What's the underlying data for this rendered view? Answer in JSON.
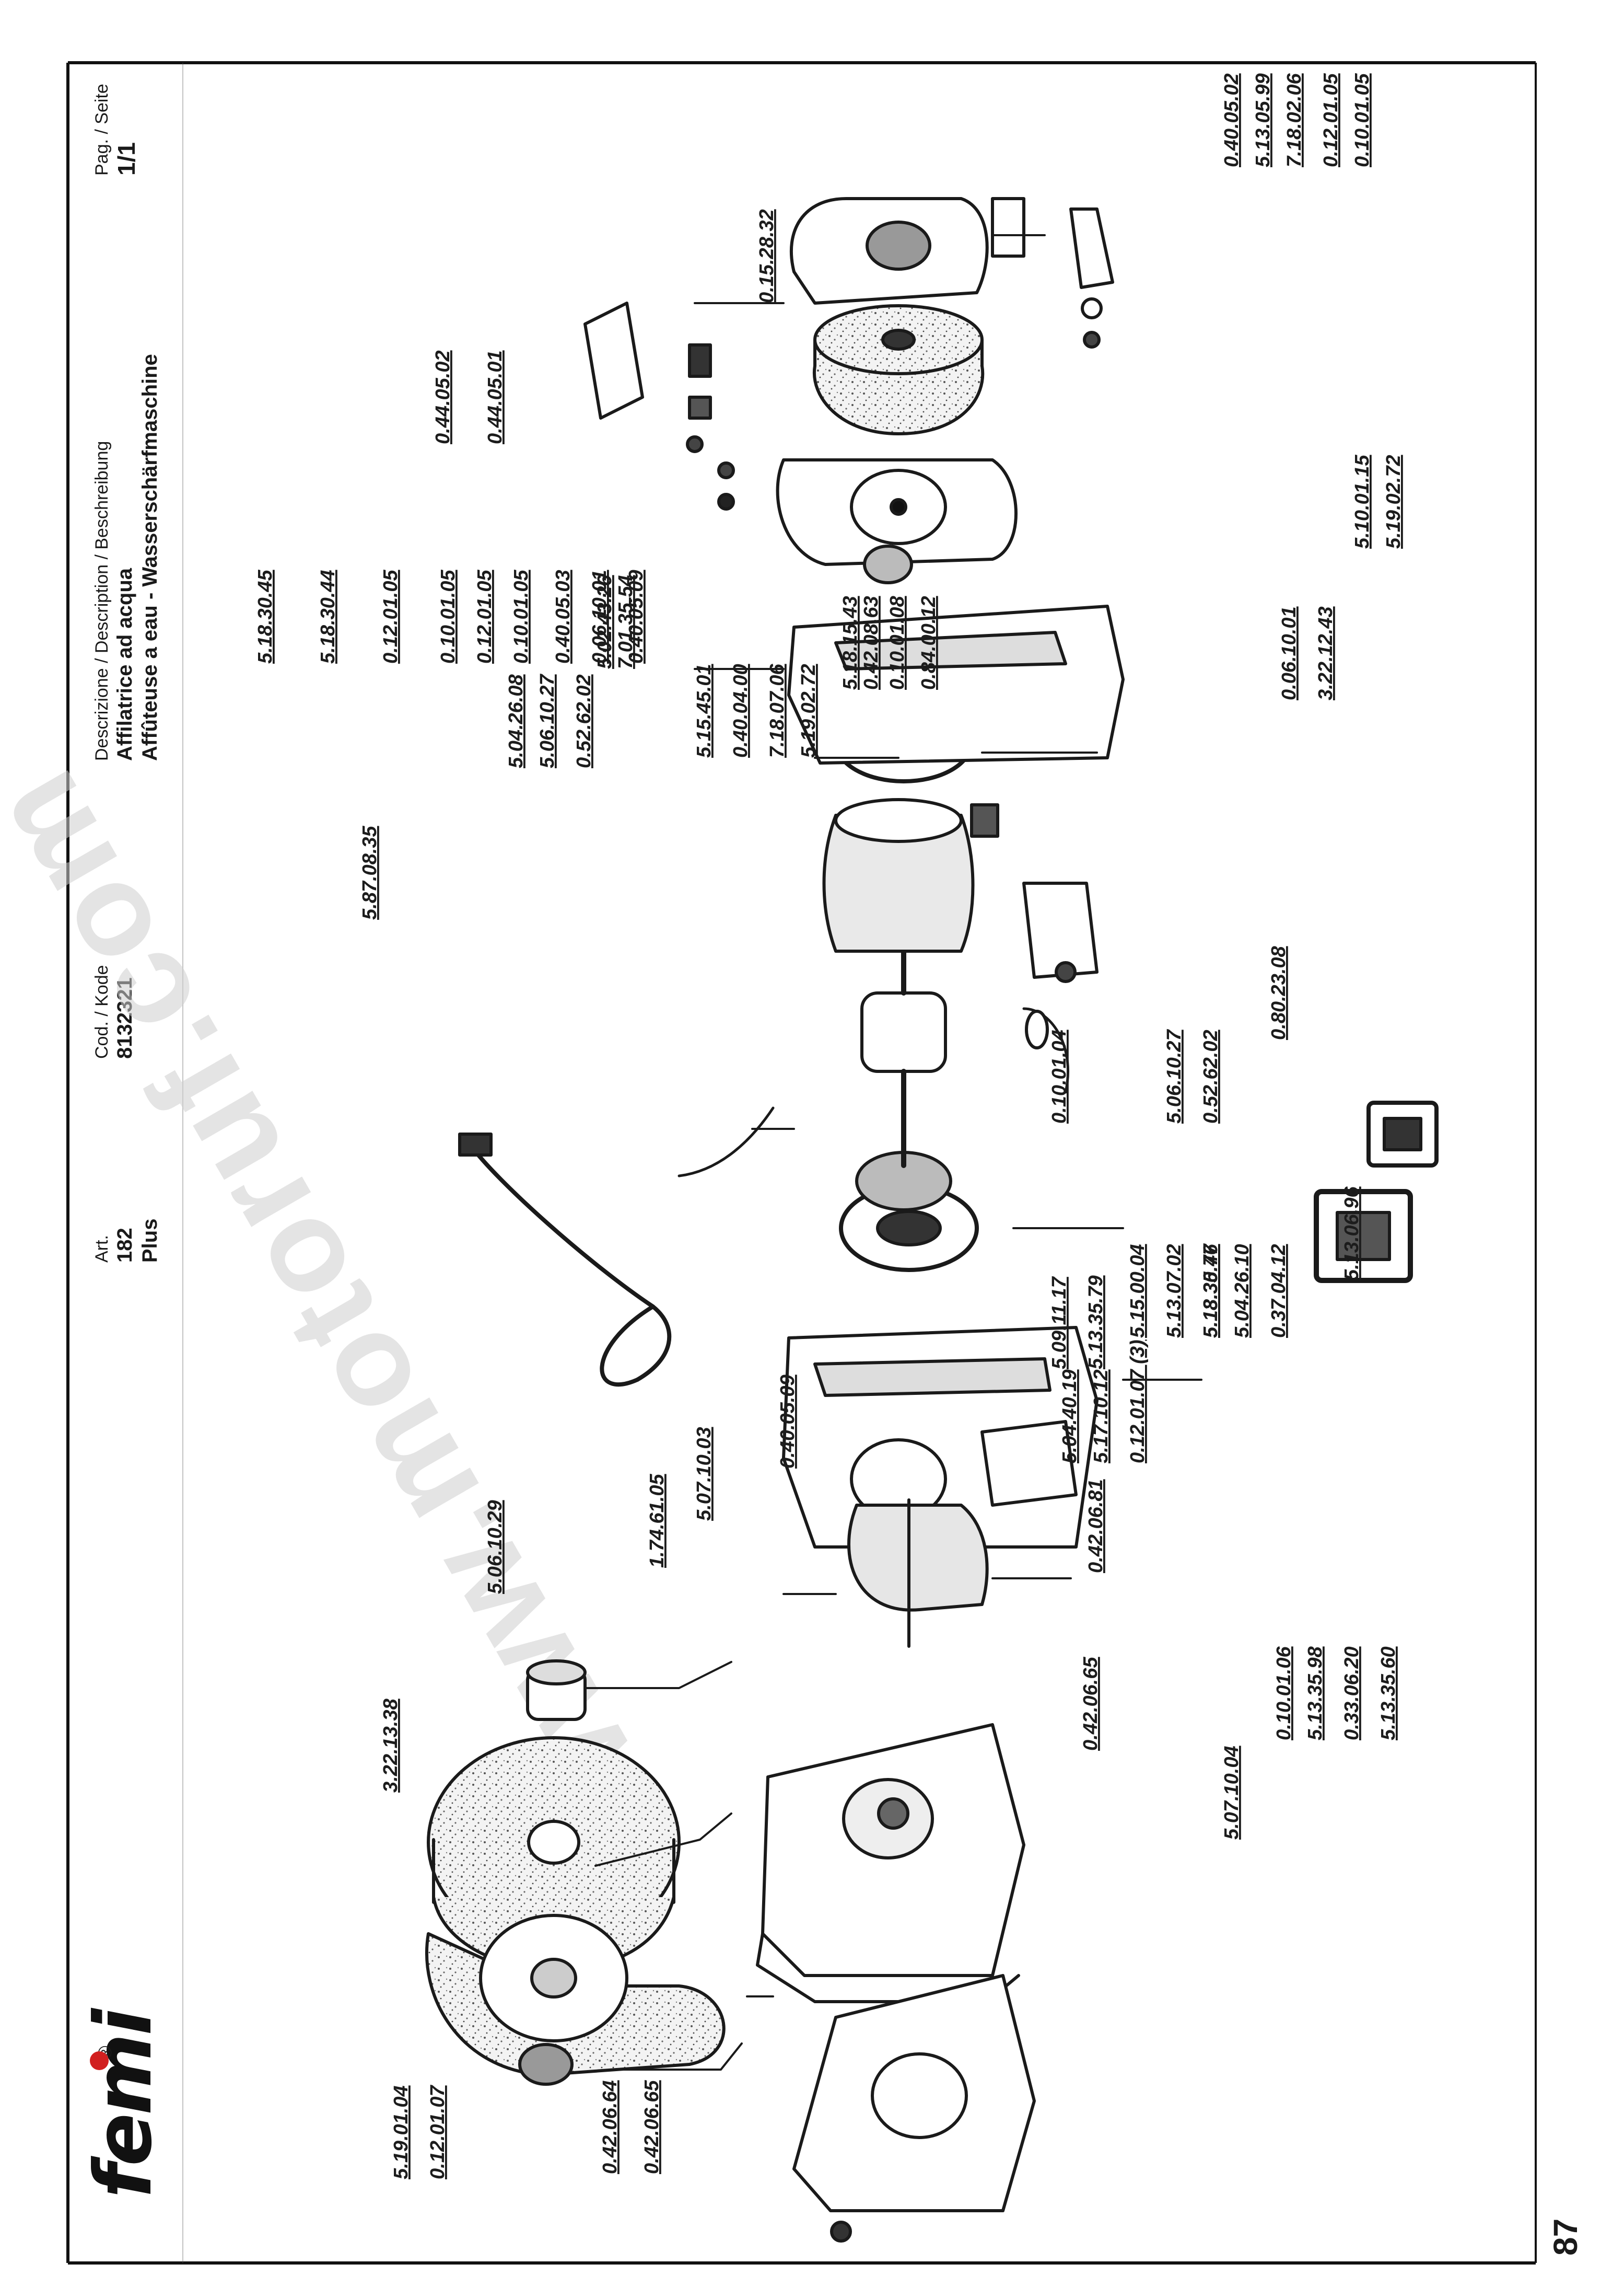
{
  "header": {
    "art_label": "Art.",
    "art_value_line1": "182",
    "art_value_line2": "Plus",
    "code_label": "Cod. / Kode",
    "code_value": "8132321",
    "desc_label": "Descrizione / Description / Beschreibung",
    "desc_line1": "Affilatrice ad acqua",
    "desc_line2": "Affûteuse a eau - Wasserschärfmaschine",
    "page_label": "Pag. / Seite",
    "page_value": "1/1"
  },
  "brand": {
    "name": "femi",
    "registered": "®",
    "accent_color": "#d11f1f"
  },
  "page_number": "87",
  "watermark": "www.motoruf.com",
  "part_numbers": {
    "wheel_side": [
      "5.19.01.04",
      "0.12.01.07",
      "3.22.13.38",
      "5.06.10.29"
    ],
    "base_left": [
      "0.42.06.64",
      "0.42.06.65",
      "1.74.61.05",
      "5.07.10.03",
      "0.40.05.09"
    ],
    "base_middle": [
      "0.42.06.65",
      "0.42.06.81",
      "5.07.10.04",
      "0.10.01.06",
      "5.13.35.98",
      "0.33.06.20",
      "5.13.35.60"
    ],
    "column": [
      "5.04.40.19",
      "5.17.10.12",
      "0.12.01.07 (3)",
      "5.09.11.17",
      "5.13.35.79",
      "5.15.00.04",
      "5.13.07.02",
      "5.18.30.46"
    ],
    "housing_left": [
      "5.13.35.77",
      "5.04.26.10",
      "0.37.04.12",
      "5.13.06.96"
    ],
    "bearing_group": [
      "0.10.01.04",
      "5.06.10.27",
      "0.52.62.02",
      "0.80.23.08"
    ],
    "cable": [
      "5.87.08.35"
    ],
    "rotor_group": [
      "5.04.26.08",
      "5.06.10.27",
      "0.52.62.02",
      "5.02.43.26",
      "7.01.35.54"
    ],
    "switch_group": [
      "5.15.45.01",
      "0.40.04.00",
      "7.18.07.06",
      "5.19.02.72",
      "5.18.15.43",
      "0.42.08.63",
      "0.10.01.08",
      "0.84.00.12"
    ],
    "upper_group": [
      "5.18.30.45",
      "5.18.30.44",
      "0.12.01.05",
      "0.10.01.05",
      "0.12.01.05",
      "0.10.01.05",
      "0.40.05.03",
      "0.06.10.01",
      "0.40.05.09",
      "0.06.10.01",
      "3.22.12.43"
    ],
    "top_right": [
      "0.44.05.02",
      "0.44.05.01",
      "0.15.28.32",
      "5.10.01.15",
      "5.19.02.72",
      "0.40.05.02",
      "5.13.05.99",
      "7.18.02.06",
      "0.12.01.05",
      "0.10.01.05"
    ]
  }
}
